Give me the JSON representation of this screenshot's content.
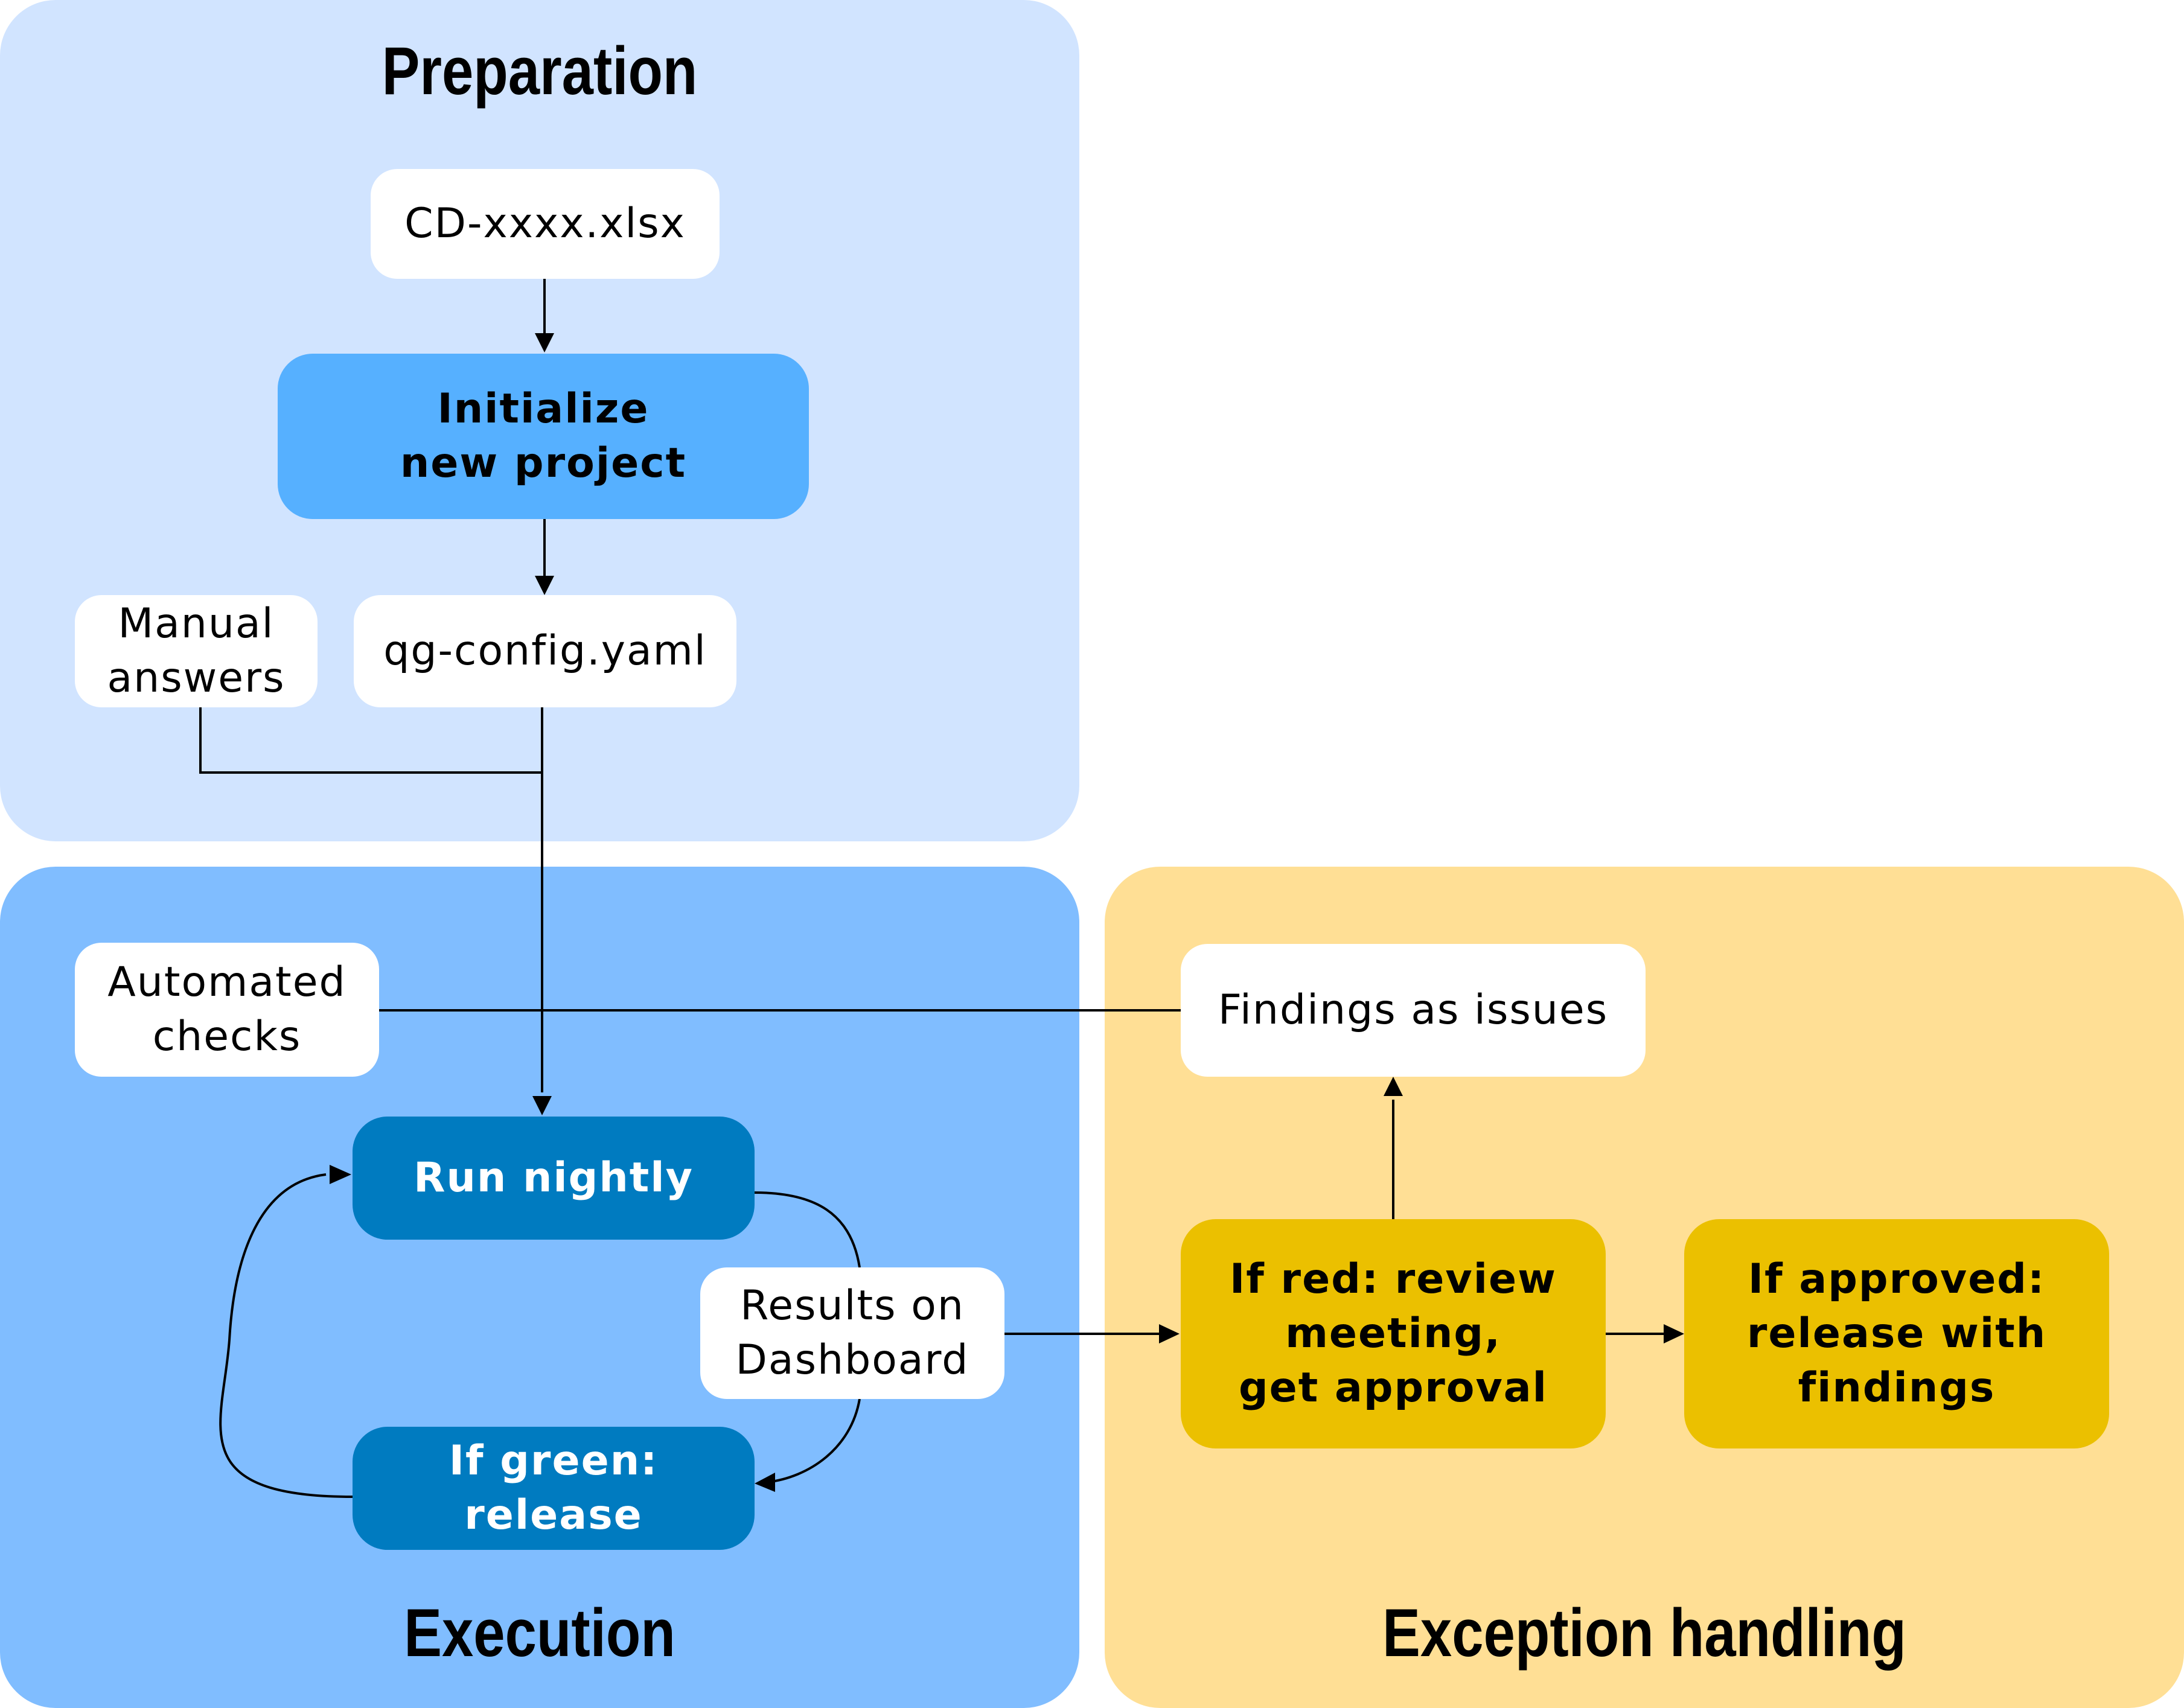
{
  "colors": {
    "preparation_bg": "#d1e4ff",
    "execution_bg": "#80bdff",
    "exception_bg": "#ffdf95",
    "node_white": "#ffffff",
    "node_light_blue": "#56b0ff",
    "node_dark_blue": "#007bc0",
    "node_yellow": "#ebc000",
    "line": "#000000"
  },
  "panels": {
    "preparation": {
      "title": "Preparation"
    },
    "execution": {
      "title": "Execution"
    },
    "exception": {
      "title": "Exception handling"
    }
  },
  "nodes": {
    "cd_file": "CD-xxxx.xlsx",
    "initialize": "Initialize\nnew project",
    "manual_answers": "Manual\nanswers",
    "qg_config": "qg-config.yaml",
    "automated_checks": "Automated\nchecks",
    "run_nightly": "Run nightly",
    "results_dashboard": "Results on\nDashboard",
    "if_green": "If green: release",
    "findings_issues": "Findings as issues",
    "if_red": "If red: review\nmeeting,\nget approval",
    "if_approved": "If approved:\nrelease with\nfindings"
  }
}
